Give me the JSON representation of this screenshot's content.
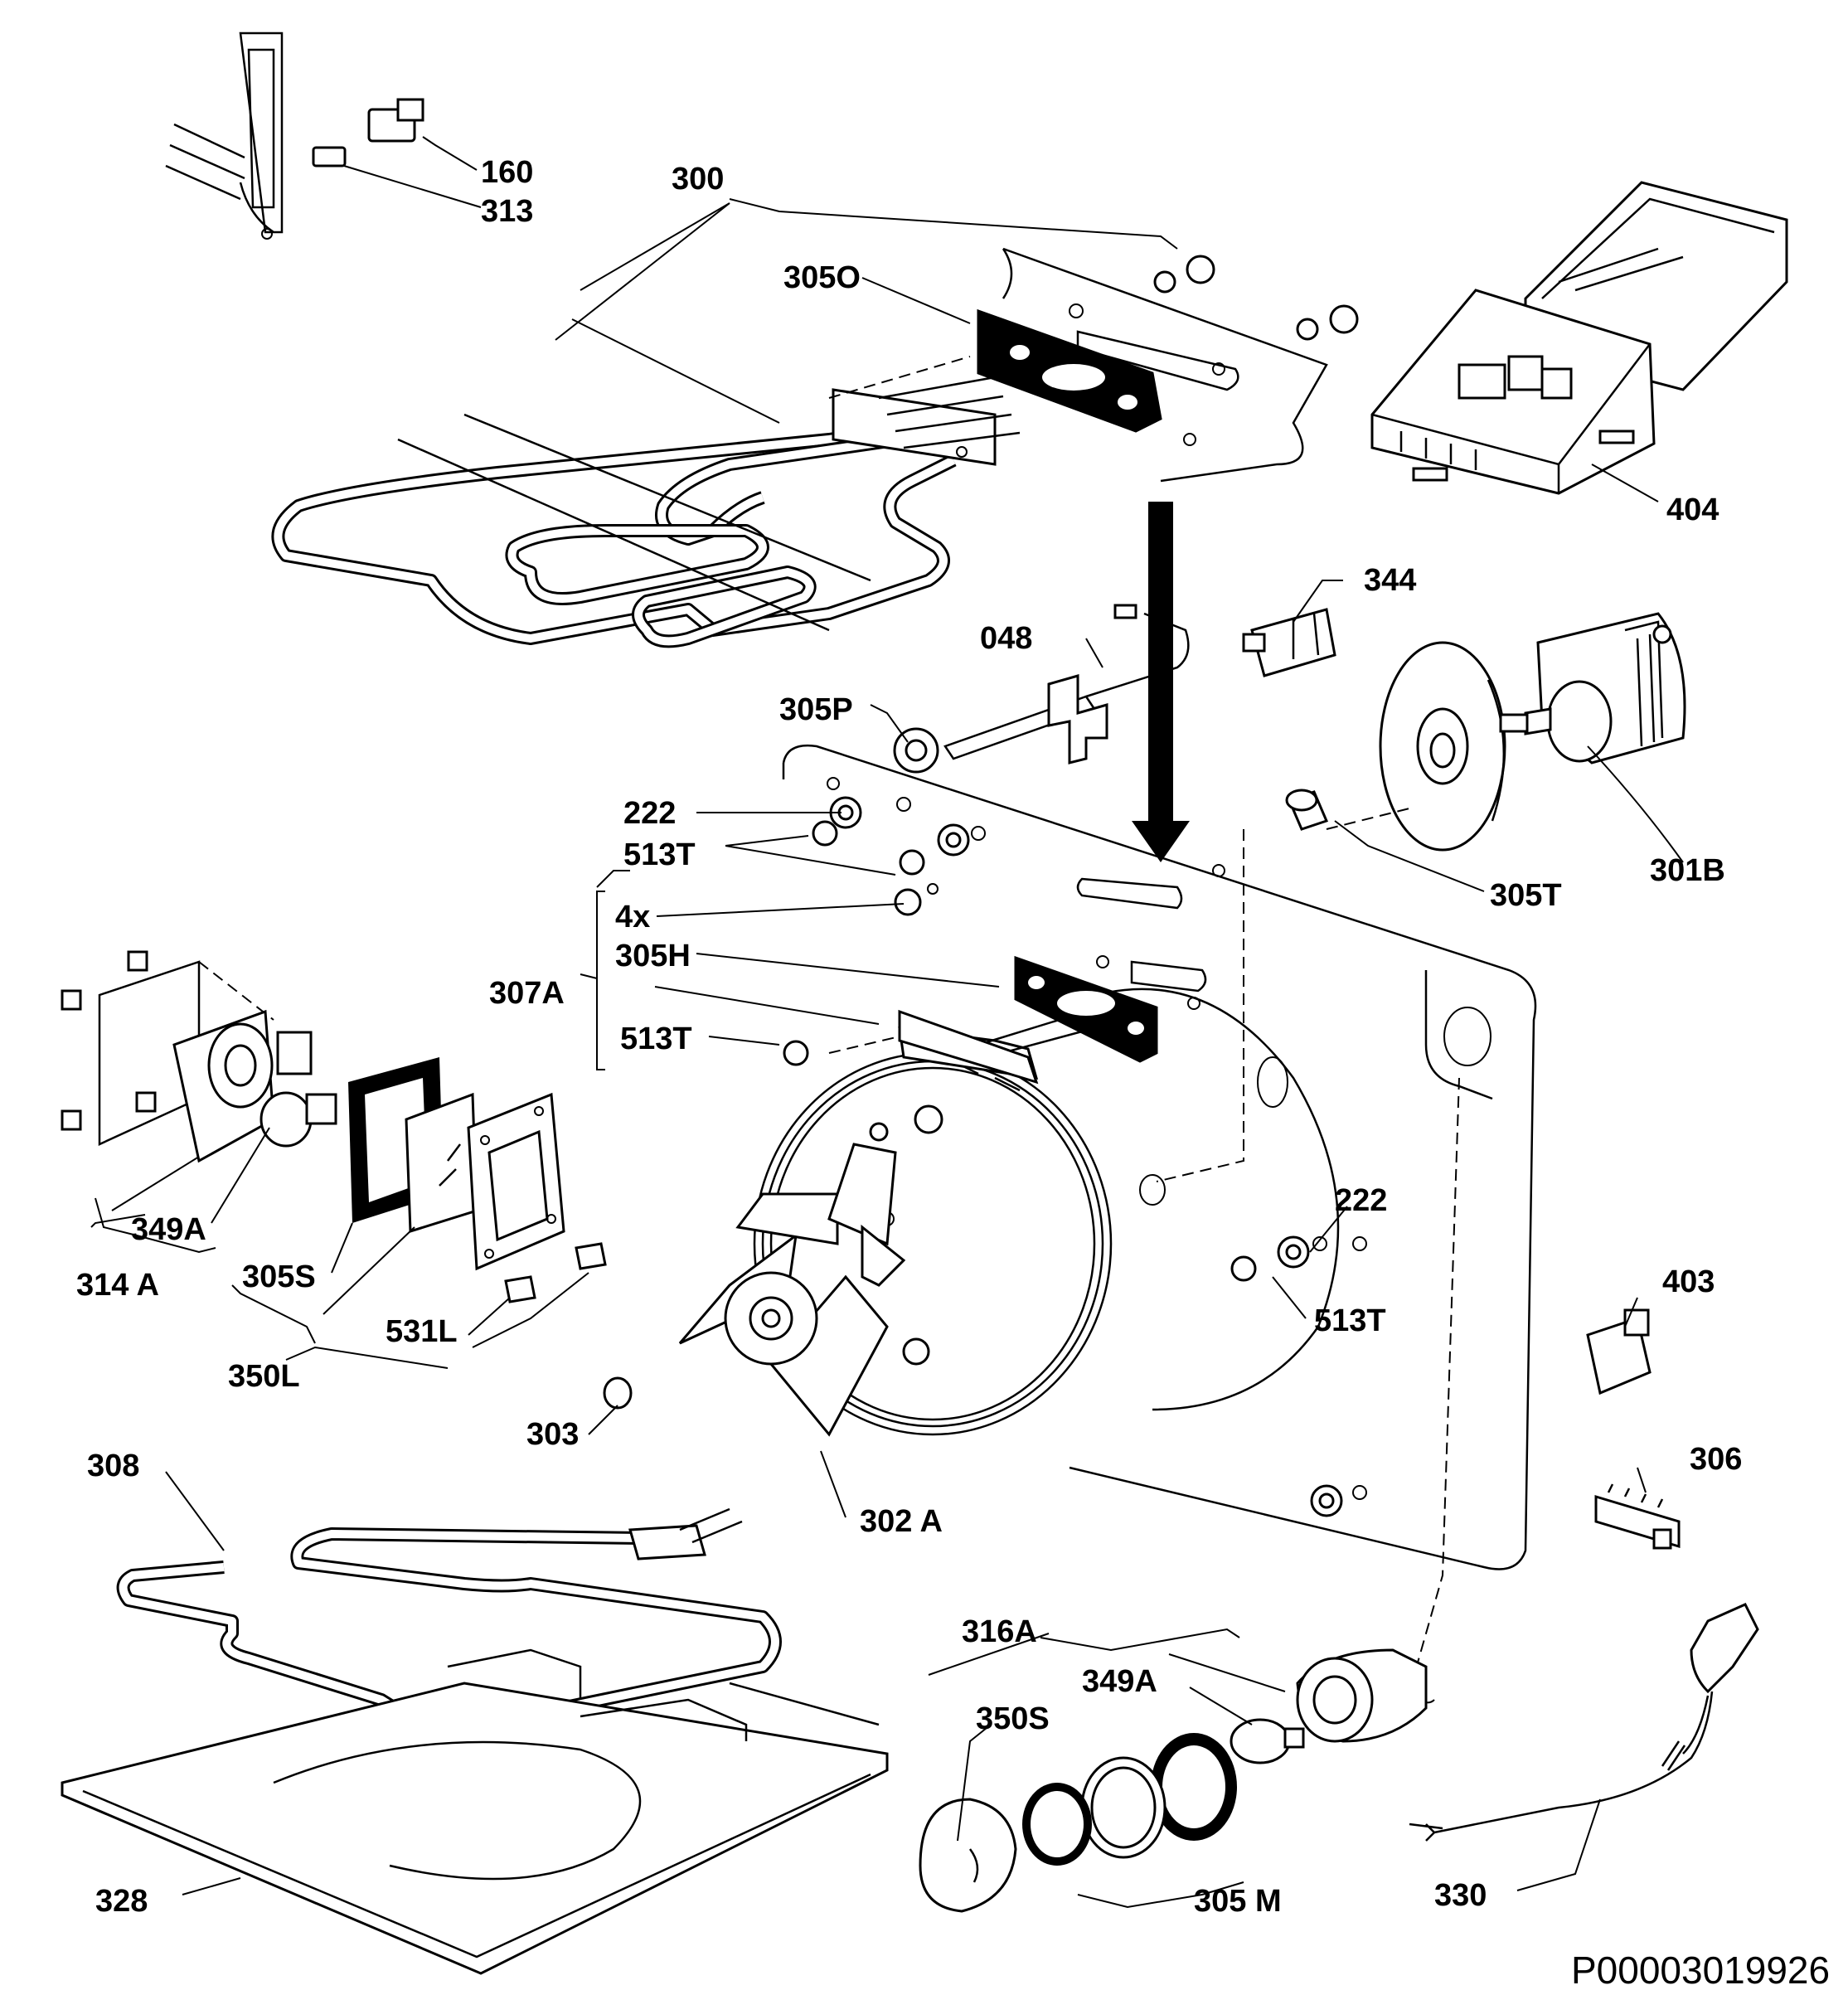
{
  "labels": {
    "l160": "160",
    "l313": "313",
    "l300": "300",
    "l305O": "305O",
    "l404": "404",
    "l344": "344",
    "l048": "048",
    "l305P": "305P",
    "l301B": "301B",
    "l222a": "222",
    "l513Ta": "513T",
    "l305T": "305T",
    "l4x": "4x",
    "l305H": "305H",
    "l307A": "307A",
    "l513Tb": "513T",
    "l349Aa": "349A",
    "l314A": "314 A",
    "l305S": "305S",
    "l222b": "222",
    "l403": "403",
    "l513Tc": "513T",
    "l531L": "531L",
    "l350L": "350L",
    "l303": "303",
    "l306": "306",
    "l302A": "302 A",
    "l308": "308",
    "l316A": "316A",
    "l349Ab": "349A",
    "l350S": "350S",
    "l328": "328",
    "l305M": "305 M",
    "l330": "330"
  },
  "document_code": "P00003019926"
}
